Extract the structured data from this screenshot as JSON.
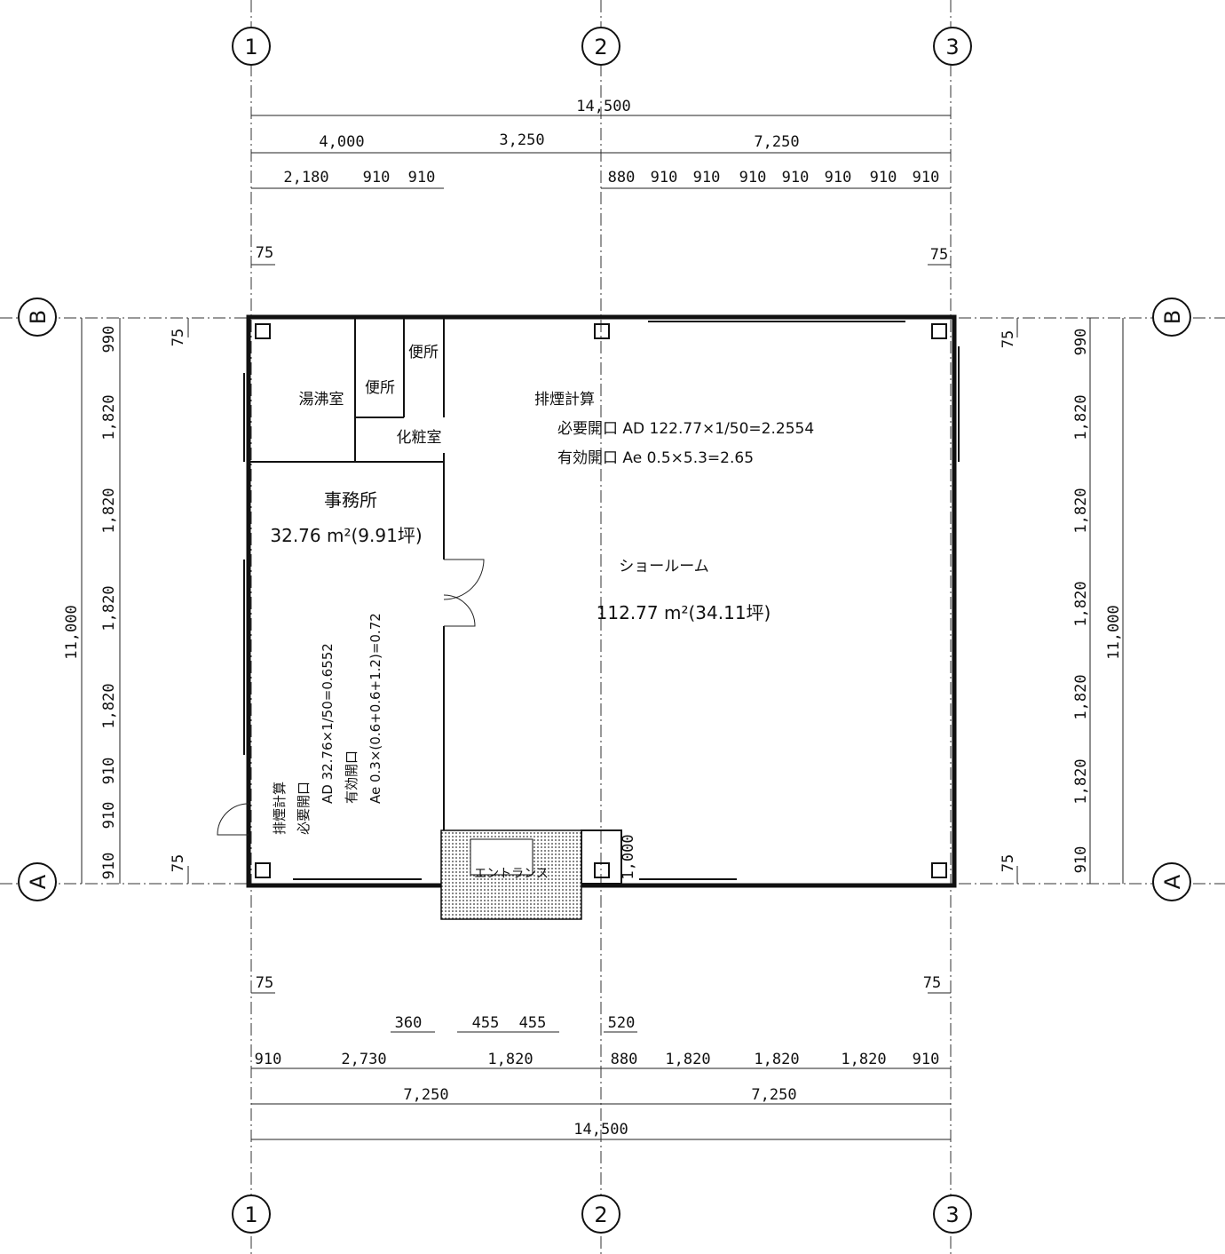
{
  "grid": {
    "col1": "1",
    "col2": "2",
    "col3": "3",
    "rowA": "A",
    "rowB": "B"
  },
  "top_dims": {
    "total": "14,500",
    "row2": [
      "4,000",
      "3,250",
      "7,250"
    ],
    "row3": [
      "2,180",
      "910",
      "910",
      "880",
      "910",
      "910",
      "910",
      "910",
      "910",
      "910",
      "910"
    ],
    "offset_left": "75",
    "offset_right": "75"
  },
  "bottom_dims": {
    "offset_left": "75",
    "offset_right": "75",
    "row1": [
      "360",
      "455",
      "455",
      "520"
    ],
    "row2": [
      "910",
      "2,730",
      "1,820",
      "880",
      "1,820",
      "1,820",
      "1,820",
      "910"
    ],
    "row3": [
      "7,250",
      "7,250"
    ],
    "total": "14,500"
  },
  "left_dims": {
    "segments": [
      "990",
      "1,820",
      "1,820",
      "1,820",
      "1,820",
      "910",
      "910",
      "910"
    ],
    "total": "11,000",
    "offset_top": "75",
    "offset_bottom": "75"
  },
  "right_dims": {
    "segments": [
      "990",
      "1,820",
      "1,820",
      "1,820",
      "1,820",
      "1,820",
      "910"
    ],
    "total": "11,000",
    "offset_top": "75",
    "offset_bottom": "75"
  },
  "rooms": {
    "kitchenette": "湯沸室",
    "toilet1": "便所",
    "toilet2": "便所",
    "powder_room": "化粧室",
    "office": "事務所",
    "office_area": "32.76 m²(9.91坪)",
    "showroom": "ショールーム",
    "showroom_area": "112.77 m²(34.11坪)",
    "entrance": "エントランス",
    "entrance_dim": "1,000"
  },
  "showroom_calc": {
    "title": "排煙計算",
    "required": "必要開口  AD 122.77×1/50=2.2554",
    "effective": "有効開口  Ae 0.5×5.3=2.65"
  },
  "office_calc": {
    "title": "排煙計算",
    "required_label": "必要開口",
    "required": "AD 32.76×1/50=0.6552",
    "effective_label": "有効開口",
    "effective": "Ae 0.3×(0.6+0.6+1.2)=0.72"
  }
}
